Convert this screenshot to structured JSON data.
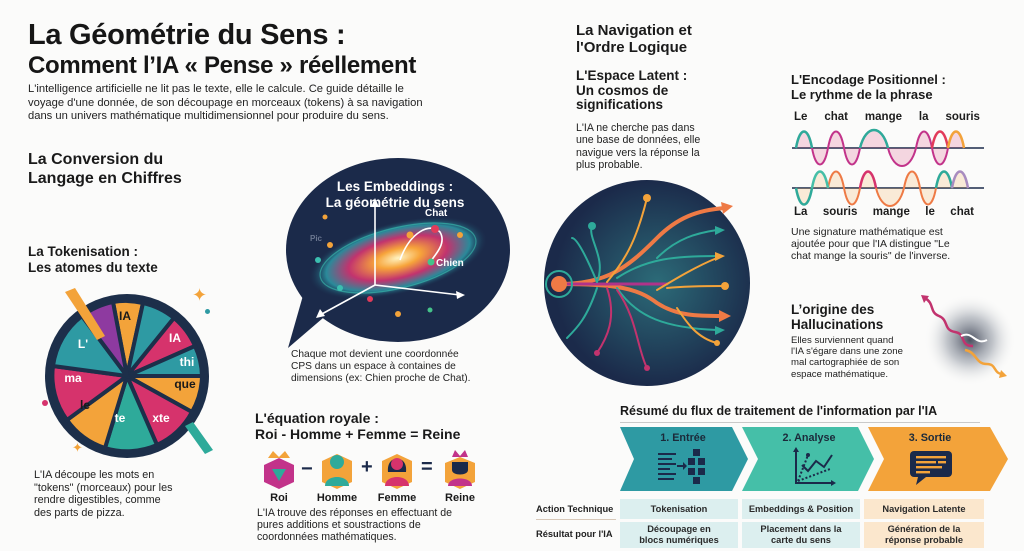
{
  "header": {
    "title_line1": "La Géométrie du Sens :",
    "title_line2": "Comment l’IA « Pense » réellement",
    "intro_lines": [
      "L'intelligence artificielle ne lit pas le texte, elle le calcule. Ce guide détaille le",
      "voyage d'une donnée, de son découpage en morceaux (tokens) à sa navigation",
      "dans un univers mathématique multidimensionnel pour produire du sens."
    ]
  },
  "section_conversion": {
    "title_line1": "La Conversion du",
    "title_line2": "Langage en Chiffres"
  },
  "tokenisation": {
    "title_line1": "La Tokenisation :",
    "title_line2": "Les atomes du texte",
    "tokens": [
      "IA",
      "IA",
      "thi",
      "que",
      "xte",
      "te",
      "le",
      "ma",
      "L'"
    ],
    "desc_lines": [
      "L'IA découpe les mots en",
      "\"tokens\" (morceaux) pour les",
      "rendre digestibles, comme",
      "des parts de pizza."
    ]
  },
  "embeddings": {
    "title_line1": "Les Embeddings :",
    "title_line2": "La géométrie du sens",
    "point_labels": {
      "chat": "Chat",
      "chien": "Chien",
      "faint": "Pic"
    },
    "desc_lines": [
      "Chaque mot devient une coordonnée",
      "CPS dans un espace à containes de",
      "dimensions (ex: Chien proche de Chat)."
    ]
  },
  "equation": {
    "title_line1": "L'équation royale :",
    "title_line2": "Roi - Homme + Femme = Reine",
    "operators": [
      "−",
      "+",
      "="
    ],
    "items": [
      {
        "label": "Roi",
        "icon": "king-icon"
      },
      {
        "label": "Homme",
        "icon": "man-icon"
      },
      {
        "label": "Femme",
        "icon": "woman-icon"
      },
      {
        "label": "Reine",
        "icon": "queen-icon"
      }
    ],
    "desc_lines": [
      "L'IA trouve des réponses en effectuant de",
      "pures additions et soustractions de",
      "coordonnées mathématiques."
    ]
  },
  "navigation": {
    "title_line1": "La Navigation et",
    "title_line2": "l'Ordre Logique"
  },
  "latent": {
    "title_line1": "L'Espace Latent :",
    "title_line2": "Un cosmos de",
    "title_line3": "significations",
    "desc_lines": [
      "L'IA ne cherche pas dans",
      "une base de données, elle",
      "navigue vers la réponse la",
      "plus probable."
    ]
  },
  "positional": {
    "title_line1": "L'Encodage Positionnel :",
    "title_line2": "Le rythme de la phrase",
    "sentence1": [
      "Le",
      "chat",
      "mange",
      "la",
      "souris"
    ],
    "sentence2": [
      "La",
      "souris",
      "mange",
      "le",
      "chat"
    ],
    "desc_lines": [
      "Une signature mathématique est",
      "ajoutée pour que l'IA distingue \"Le",
      "chat mange la souris\" de l'inverse."
    ]
  },
  "hallucinations": {
    "title_line1": "L’origine des",
    "title_line2": "Hallucinations",
    "desc_lines": [
      "Elles surviennent quand",
      "l'IA s'égare dans une zone",
      "mal cartographiée de son",
      "espace mathématique."
    ]
  },
  "flow": {
    "title": "Résumé du flux de traitement de l'information par l'IA",
    "row_labels": [
      "Action Technique",
      "Résultat pour l'IA"
    ],
    "steps": [
      {
        "label": "1. Entrée",
        "icon": "text-to-blocks-icon",
        "action": "Tokenisation",
        "result_line1": "Découpage en",
        "result_line2": "blocs numériques"
      },
      {
        "label": "2. Analyse",
        "icon": "scatter-chart-icon",
        "action": "Embeddings & Position",
        "result_line1": "Placement dans la",
        "result_line2": "carte du sens"
      },
      {
        "label": "3. Sortie",
        "icon": "chat-bubble-icon",
        "action": "Navigation Latente",
        "result_line1": "Génération de la",
        "result_line2": "réponse probable"
      }
    ]
  },
  "colors": {
    "teal_dark": "#2e9aa3",
    "teal_light": "#45bfa8",
    "orange": "#f3a33a",
    "magenta": "#d6336c",
    "purple": "#8e3aa0",
    "navy": "#1b2a4a"
  }
}
